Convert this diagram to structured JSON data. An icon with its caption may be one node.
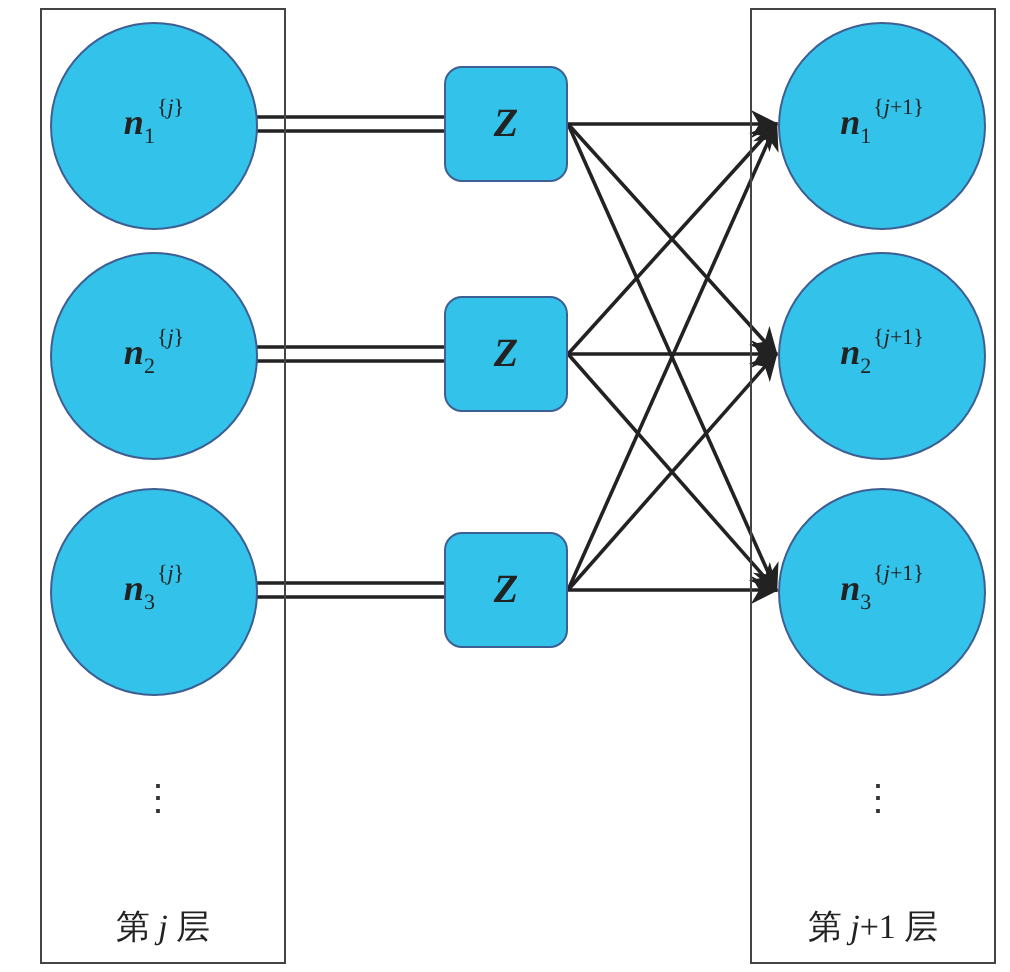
{
  "diagram": {
    "nodes": [
      {
        "text": [
          "第 *j* 层"
        ]
      },
      {
        "text": [
          "*n*$_{1}$",
          "{*j*}"
        ],
        "in": 0
      },
      {
        "text": [
          "*n*$_{2}$",
          "{*j*}"
        ],
        "in": 0
      },
      {
        "text": [
          "*n*$_{3}$",
          "{*j*}"
        ],
        "in": 0
      },
      {
        "text": [
          "Z"
        ]
      },
      {
        "text": [
          "Z"
        ]
      },
      {
        "text": [
          "Z"
        ]
      },
      {
        "text": [
          "第 *j*+1 层"
        ]
      },
      {
        "text": [
          "*n*$_{1}$",
          "{*j*+1}"
        ],
        "in": 7
      },
      {
        "text": [
          "*n*$_{2}$",
          "{*j*+1}"
        ],
        "in": 7
      },
      {
        "text": [
          "*n*$_{3}$",
          "{*j*+1}"
        ],
        "in": 7
      }
    ],
    "edges": [
      {
        "from": 1,
        "to": 4,
        "arrow": "none"
      },
      {
        "from": 2,
        "to": 5,
        "arrow": "none"
      },
      {
        "from": 3,
        "to": 6,
        "arrow": "none"
      },
      {
        "from": 4,
        "to": 8,
        "arrow": "to"
      },
      {
        "from": 4,
        "to": 9,
        "arrow": "to"
      },
      {
        "from": 4,
        "to": 10,
        "arrow": "to"
      },
      {
        "from": 5,
        "to": 8,
        "arrow": "to"
      },
      {
        "from": 5,
        "to": 9,
        "arrow": "to"
      },
      {
        "from": 5,
        "to": 10,
        "arrow": "to"
      },
      {
        "from": 6,
        "to": 8,
        "arrow": "to"
      },
      {
        "from": 6,
        "to": 9,
        "arrow": "to"
      },
      {
        "from": 6,
        "to": 10,
        "arrow": "to"
      }
    ],
    "labels": [
      "⋮",
      "⋮"
    ]
  }
}
